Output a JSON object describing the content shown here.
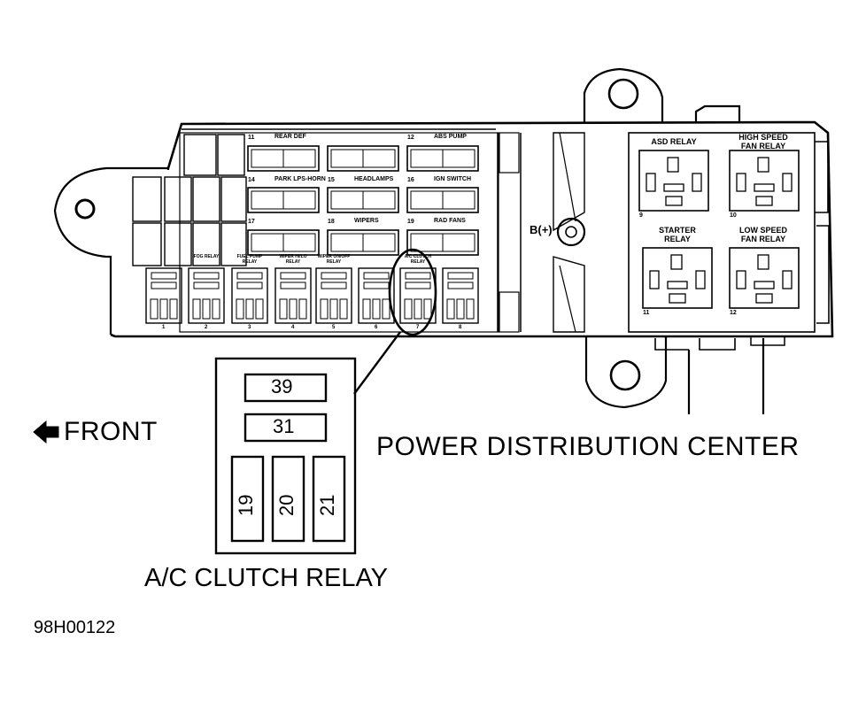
{
  "labels": {
    "front": "FRONT",
    "power_distribution_center": "POWER DISTRIBUTION CENTER",
    "ac_clutch_relay": "A/C CLUTCH RELAY",
    "figure_id": "98H00122",
    "battery_terminal": "B(+)"
  },
  "fuses": [
    {
      "number": "11",
      "name": "REAR DEF"
    },
    {
      "number": "12",
      "name": "ABS PUMP"
    },
    {
      "number": "14",
      "name": "PARK LPS-HORN"
    },
    {
      "number": "15",
      "name": "HEADLAMPS"
    },
    {
      "number": "16",
      "name": "IGN SWITCH"
    },
    {
      "number": "17",
      "name": ""
    },
    {
      "number": "18",
      "name": "WIPERS"
    },
    {
      "number": "19",
      "name": "RAD FANS"
    }
  ],
  "relays_right": [
    {
      "number": "9",
      "name": "ASD RELAY"
    },
    {
      "number": "10",
      "name": "HIGH SPEED FAN RELAY"
    },
    {
      "number": "11",
      "name": "STARTER RELAY"
    },
    {
      "number": "12",
      "name": "LOW SPEED FAN RELAY"
    }
  ],
  "relays_bottom": [
    {
      "number": "1",
      "name": ""
    },
    {
      "number": "2",
      "name": "FOG RELAY"
    },
    {
      "number": "3",
      "name": "FUEL PUMP RELAY"
    },
    {
      "number": "4",
      "name": "WIPER HI/LO RELAY"
    },
    {
      "number": "5",
      "name": "WIPER ON/OFF RELAY"
    },
    {
      "number": "6",
      "name": ""
    },
    {
      "number": "7",
      "name": "A/C CLUTCH RELAY"
    },
    {
      "number": "8",
      "name": ""
    }
  ],
  "detail_terminals": {
    "top": "39",
    "middle": "31",
    "left": "19",
    "center": "20",
    "right": "21"
  }
}
